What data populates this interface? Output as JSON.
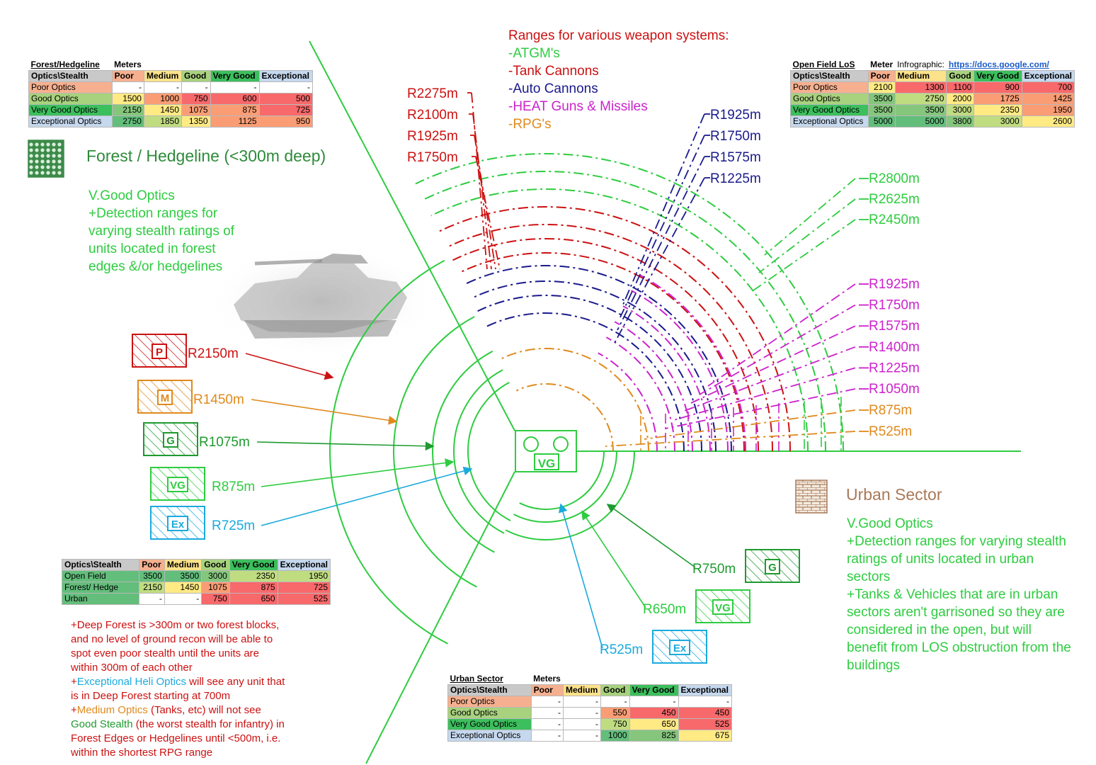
{
  "weapons_legend": {
    "title": "Ranges for various weapon systems:",
    "items": [
      "-ATGM's",
      "-Tank Cannons",
      "-Auto Cannons",
      "-HEAT Guns & Missiles",
      "-RPG's"
    ]
  },
  "forest_section": {
    "title": "Forest / Hedgeline (<300m deep)",
    "lines": [
      "V.Good Optics",
      "+Detection ranges for",
      "varying stealth ratings of",
      "units located in forest",
      "edges &/or hedgelines"
    ]
  },
  "urban_section": {
    "title": "Urban Sector",
    "lines": [
      "V.Good Optics",
      "+Detection ranges for varying stealth",
      "ratings of units located in urban",
      "sectors",
      "+Tanks & Vehicles that are in urban",
      "sectors aren't garrisoned so they are",
      "considered in the open, but will",
      "benefit from LOS obstruction from the",
      "buildings"
    ]
  },
  "center_unit": {
    "label": "VG"
  },
  "forest_stealth_markers": [
    {
      "code": "P",
      "range": "R2150m",
      "color": "#cc1111"
    },
    {
      "code": "M",
      "range": "R1450m",
      "color": "#e08a1e"
    },
    {
      "code": "G",
      "range": "R1075m",
      "color": "#1f9a2f"
    },
    {
      "code": "VG",
      "range": "R875m",
      "color": "#2ecc40"
    },
    {
      "code": "Ex",
      "range": "R725m",
      "color": "#1aaadd"
    }
  ],
  "urban_stealth_markers": [
    {
      "code": "G",
      "range": "R750m",
      "color": "#1f9a2f"
    },
    {
      "code": "VG",
      "range": "R650m",
      "color": "#2ecc40"
    },
    {
      "code": "Ex",
      "range": "R525m",
      "color": "#1aaadd"
    }
  ],
  "tank_cannon_labels": [
    "R2275m",
    "R2100m",
    "R1925m",
    "R1750m"
  ],
  "autocannon_labels": [
    "R1925m",
    "R1750m",
    "R1575m",
    "R1225m"
  ],
  "atgm_labels": [
    "R2800m",
    "R2625m",
    "R2450m"
  ],
  "heat_labels": [
    "R1925m",
    "R1750m",
    "R1575m",
    "R1400m",
    "R1225m",
    "R1050m"
  ],
  "rpg_labels": [
    "R875m",
    "R525m"
  ],
  "colors": {
    "atgm": "#2ecc40",
    "tank": "#cc1111",
    "auto": "#1a1a8c",
    "heat": "#cc22cc",
    "rpg": "#e08a1e",
    "ring": "#2ecc40",
    "urban_icon": "#a87a5a",
    "forest_icon": "#3c8a4a"
  },
  "table_forest": {
    "title": [
      "Forest/Hedgeline",
      "Meters"
    ],
    "header": [
      "Optics\\Stealth",
      "Poor",
      "Medium",
      "Good",
      "Very Good",
      "Exceptional"
    ],
    "rows": [
      [
        "Poor Optics",
        "-",
        "-",
        "-",
        "-",
        "-"
      ],
      [
        "Good Optics",
        "1500",
        "1000",
        "750",
        "600",
        "500"
      ],
      [
        "Very Good Optics",
        "2150",
        "1450",
        "1075",
        "875",
        "725"
      ],
      [
        "Exceptional Optics",
        "2750",
        "1850",
        "1350",
        "1125",
        "950"
      ]
    ]
  },
  "table_open": {
    "title": [
      "Open Field LoS",
      "Meter",
      "Infrographic:",
      "https://docs.google.com/"
    ],
    "header": [
      "Optics\\Stealth",
      "Poor",
      "Medium",
      "Good",
      "Very Good",
      "Exceptional"
    ],
    "rows": [
      [
        "Poor Optics",
        "2100",
        "1300",
        "1100",
        "900",
        "700"
      ],
      [
        "Good Optics",
        "3500",
        "2750",
        "2000",
        "1725",
        "1425"
      ],
      [
        "Very Good Optics",
        "3500",
        "3500",
        "3000",
        "2350",
        "1950"
      ],
      [
        "Exceptional Optics",
        "5000",
        "5000",
        "3800",
        "3000",
        "2600"
      ]
    ]
  },
  "table_summary": {
    "header": [
      "Optics\\Stealth",
      "Poor",
      "Medium",
      "Good",
      "Very Good",
      "Exceptional"
    ],
    "rows": [
      [
        "Open Field",
        "3500",
        "3500",
        "3000",
        "2350",
        "1950"
      ],
      [
        "Forest/ Hedge",
        "2150",
        "1450",
        "1075",
        "875",
        "725"
      ],
      [
        "Urban",
        "-",
        "-",
        "750",
        "650",
        "525"
      ]
    ]
  },
  "table_urban": {
    "title": [
      "Urban Sector",
      "Meters"
    ],
    "header": [
      "Optics\\Stealth",
      "Poor",
      "Medium",
      "Good",
      "Very Good",
      "Exceptional"
    ],
    "rows": [
      [
        "Poor Optics",
        "-",
        "-",
        "-",
        "-",
        "-"
      ],
      [
        "Good Optics",
        "-",
        "-",
        "550",
        "450",
        "450"
      ],
      [
        "Very Good Optics",
        "-",
        "-",
        "750",
        "650",
        "525"
      ],
      [
        "Exceptional Optics",
        "-",
        "-",
        "1000",
        "825",
        "675"
      ]
    ]
  },
  "notes": {
    "deep_forest_1": "+Deep Forest is >300m or two forest blocks,",
    "deep_forest_2": "and no level of ground recon will be able to",
    "deep_forest_3": "spot even poor stealth until the units are",
    "deep_forest_4": "within 300m of each other",
    "heli_prefix": "+",
    "heli_hl": "Exceptional Heli Optics",
    "heli_rest": " will see any unit that",
    "heli_2": "is in Deep Forest starting at 700m",
    "medium_prefix": "+",
    "medium_hl": "Medium Optics",
    "medium_rest": " (Tanks, etc) will not see",
    "good_hl": "Good Stealth",
    "good_rest": " (the worst stealth for infantry) in",
    "medium_3": "Forest Edges or Hedgelines until <500m, i.e.",
    "medium_4": "within the shortest RPG range"
  }
}
